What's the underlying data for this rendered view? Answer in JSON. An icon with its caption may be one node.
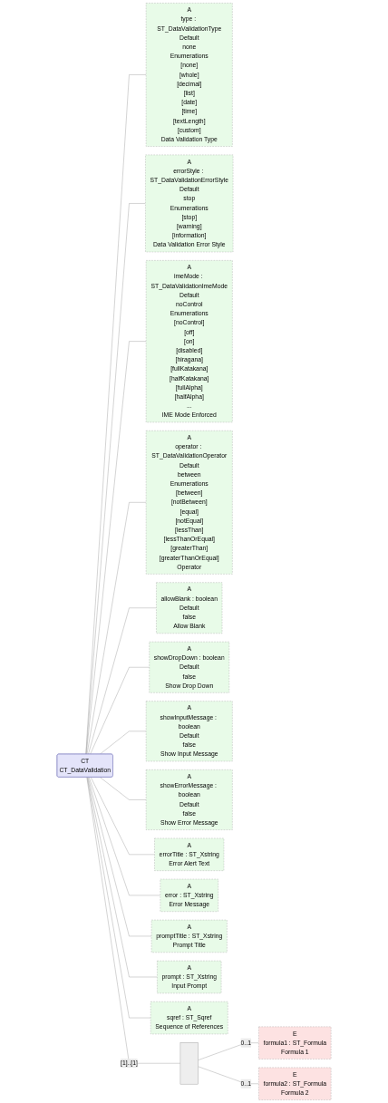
{
  "diagram": {
    "nodes": [
      {
        "text": [
          "CT",
          "CT_DataValidation"
        ]
      },
      {
        "text": [
          "A",
          "type : ST_DataValidationType",
          "Default",
          "none",
          "Enumerations",
          "[none] [whole] [decimal] [list] [date] [time] [textLength] [custom]",
          "Data Validation Type"
        ]
      },
      {
        "text": [
          "A",
          "errorStyle : ST_DataValidationErrorStyle",
          "Default",
          "stop",
          "Enumerations",
          "[stop] [warning] [information]",
          "Data Validation Error Style"
        ]
      },
      {
        "text": [
          "A",
          "imeMode : ST_DataValidationImeMode",
          "Default",
          "noControl",
          "Enumerations",
          "[noControl] [off] [on] [disabled] [hiragana] [fullKatakana] [halfKatakana] [fullAlpha] [halfAlpha] ...",
          "IME Mode Enforced"
        ]
      },
      {
        "text": [
          "A",
          "operator : ST_DataValidationOperator",
          "Default",
          "between",
          "Enumerations",
          "[between] [notBetween] [equal] [notEqual] [lessThan] [lessThanOrEqual] [greaterThan] [greaterThanOrEqual]",
          "Operator"
        ]
      },
      {
        "text": [
          "A",
          "allowBlank : boolean",
          "Default",
          "false",
          "Allow Blank"
        ]
      },
      {
        "text": [
          "A",
          "showDropDown : boolean",
          "Default",
          "false",
          "Show Drop Down"
        ]
      },
      {
        "text": [
          "A",
          "showInputMessage : boolean",
          "Default",
          "false",
          "Show Input Message"
        ]
      },
      {
        "text": [
          "A",
          "showErrorMessage : boolean",
          "Default",
          "false",
          "Show Error Message"
        ]
      },
      {
        "text": [
          "A",
          "errorTitle : ST_Xstring",
          "Error Alert Text"
        ]
      },
      {
        "text": [
          "A",
          "error : ST_Xstring",
          "Error Message"
        ]
      },
      {
        "text": [
          "A",
          "promptTitle : ST_Xstring",
          "Prompt Title"
        ]
      },
      {
        "text": [
          "A",
          "prompt : ST_Xstring",
          "Input Prompt"
        ]
      },
      {
        "text": [
          "A",
          "sqref : ST_Sqref",
          "Sequence of References"
        ]
      },
      {
        "text": [],
        "shape": "box"
      },
      {
        "text": [
          "E",
          "formula1 : ST_Formula",
          "Formula 1"
        ]
      },
      {
        "text": [
          "E",
          "formula2 : ST_Formula",
          "Formula 2"
        ]
      }
    ],
    "edges": [
      {
        "from": 0,
        "to": 1,
        "arrow": "none"
      },
      {
        "from": 0,
        "to": 2,
        "arrow": "none"
      },
      {
        "from": 0,
        "to": 3,
        "arrow": "none"
      },
      {
        "from": 0,
        "to": 4,
        "arrow": "none"
      },
      {
        "from": 0,
        "to": 5,
        "arrow": "none"
      },
      {
        "from": 0,
        "to": 6,
        "arrow": "none"
      },
      {
        "from": 0,
        "to": 7,
        "arrow": "none"
      },
      {
        "from": 0,
        "to": 8,
        "arrow": "none"
      },
      {
        "from": 0,
        "to": 9,
        "arrow": "none"
      },
      {
        "from": 0,
        "to": 10,
        "arrow": "none"
      },
      {
        "from": 0,
        "to": 11,
        "arrow": "none"
      },
      {
        "from": 0,
        "to": 12,
        "arrow": "none"
      },
      {
        "from": 0,
        "to": 13,
        "arrow": "none"
      },
      {
        "from": 0,
        "to": 14,
        "label": "[1]..[1]",
        "arrow": "none"
      },
      {
        "from": 14,
        "to": 15,
        "label": "0..1",
        "arrow": "none"
      },
      {
        "from": 14,
        "to": 16,
        "label": "0..1",
        "arrow": "none"
      }
    ]
  }
}
